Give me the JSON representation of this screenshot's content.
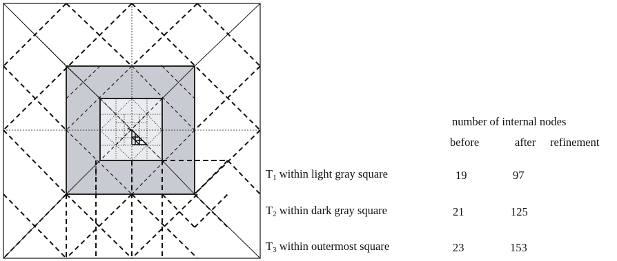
{
  "table": {
    "header_line1": "number of internal nodes",
    "col_before": "before",
    "col_after": "after",
    "col_refinement": "refinement",
    "rows": [
      {
        "t_symbol": "T",
        "t_index": "1",
        "label": "within light gray square",
        "before": "19",
        "after": "97"
      },
      {
        "t_symbol": "T",
        "t_index": "2",
        "label": "within dark gray square",
        "before": "21",
        "after": "125"
      },
      {
        "t_symbol": "T",
        "t_index": "3",
        "label": "within outermost square",
        "before": "23",
        "after": "153"
      }
    ]
  },
  "colors": {
    "dark_gray": "#c8cbd2",
    "light_gray": "#ebecef",
    "line": "#111111"
  }
}
